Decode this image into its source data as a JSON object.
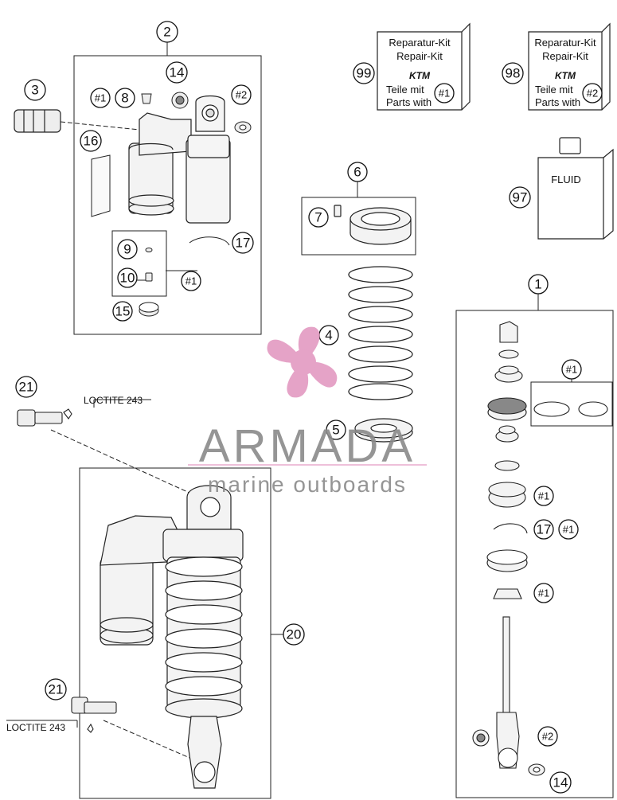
{
  "callouts": {
    "c1": "1",
    "c2": "2",
    "c3": "3",
    "c4": "4",
    "c5": "5",
    "c6": "6",
    "c7": "7",
    "c8": "8",
    "c9": "9",
    "c10": "10",
    "c14": "14",
    "c15": "15",
    "c16": "16",
    "c17": "17",
    "c20": "20",
    "c21": "21",
    "c97": "97",
    "c98": "98",
    "c99": "99",
    "h1": "#1",
    "h2": "#2"
  },
  "kits": {
    "repair_kit_1": {
      "line1": "Reparatur-Kit",
      "line2": "Repair-Kit",
      "brand": "KTM",
      "line3": "Teile mit",
      "line4": "Parts with",
      "ref": "#1"
    },
    "repair_kit_2": {
      "line1": "Reparatur-Kit",
      "line2": "Repair-Kit",
      "brand": "KTM",
      "line3": "Teile mit",
      "line4": "Parts with",
      "ref": "#2"
    },
    "fluid_label": "FLUID"
  },
  "notes": {
    "loctite": "LOCTITE 243"
  },
  "watermark": {
    "title": "ARMADA",
    "subtitle": "marine outboards",
    "colors": {
      "pink": "#e39ac1",
      "gray": "#8a8a8a",
      "line": "#e6a3c9"
    }
  }
}
